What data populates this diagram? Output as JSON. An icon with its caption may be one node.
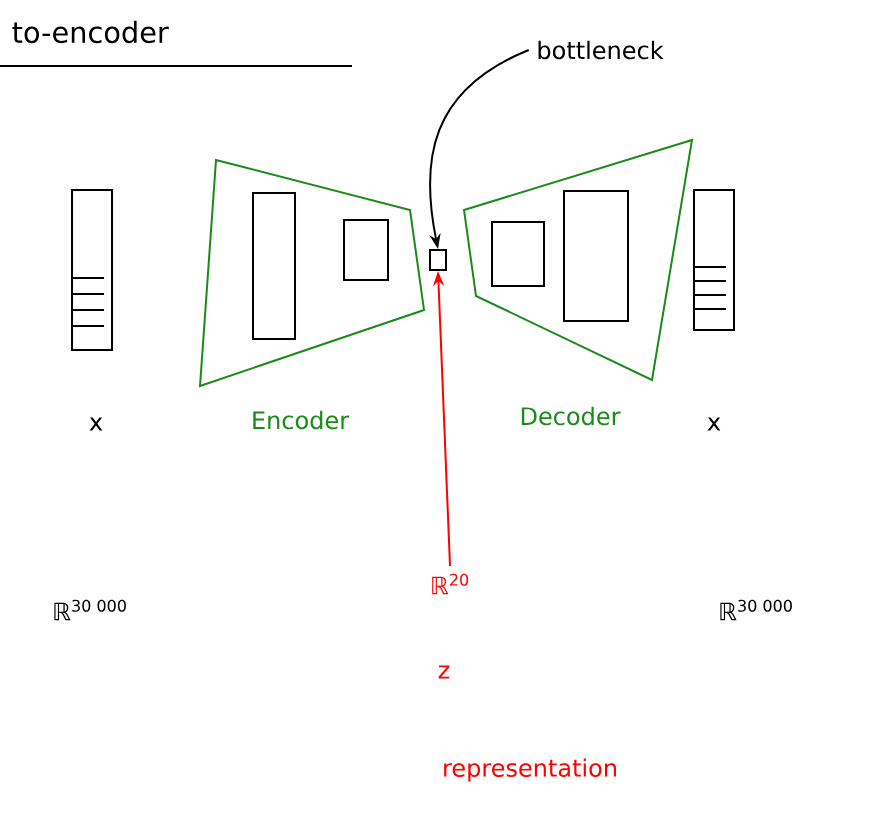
{
  "diagram": {
    "title": "to-encoder",
    "nodes": [
      {
        "text": [],
        "shape": "bar",
        "beside": [
          "x"
        ]
      },
      {
        "text": [
          "Encoder"
        ]
      },
      {
        "text": [],
        "shape": "box",
        "in": 1
      },
      {
        "text": [],
        "shape": "box",
        "in": 1
      },
      {
        "text": [],
        "shape": "box"
      },
      {
        "text": [
          "Decoder"
        ]
      },
      {
        "text": [],
        "shape": "box",
        "in": 5
      },
      {
        "text": [],
        "shape": "box",
        "in": 5
      },
      {
        "text": [],
        "shape": "bar",
        "beside": [
          "x"
        ]
      },
      {
        "text": [
          "bottleneck"
        ]
      },
      {
        "text": [
          "ℝ$^{20}$"
        ]
      }
    ],
    "edges": [
      {
        "from": 9,
        "to": 4,
        "arrow": "to"
      },
      {
        "from": 10,
        "to": 4,
        "arrow": "to",
        "color": "#ff0000"
      }
    ],
    "labels": [
      "ℝ$^{30 000}$",
      "ℝ$^{30 000}$",
      "z",
      "representation"
    ]
  }
}
